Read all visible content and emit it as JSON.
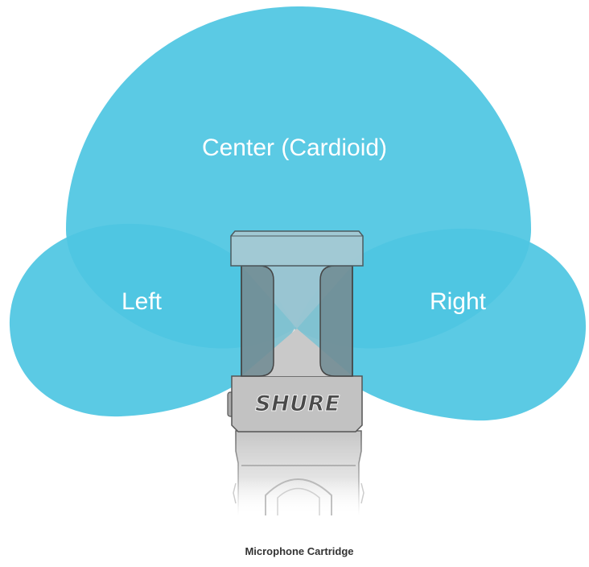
{
  "diagram": {
    "lobes": {
      "center": {
        "label": "Center (Cardioid)"
      },
      "left": {
        "label": "Left"
      },
      "right": {
        "label": "Right"
      }
    },
    "cartridge": {
      "brand": "SHURE"
    },
    "caption": "Microphone Cartridge"
  },
  "colors": {
    "lobe_fill": "#4fc6e2",
    "body_gray": "#bcbcbc",
    "outline": "#555555",
    "label_text": "#ffffff"
  }
}
